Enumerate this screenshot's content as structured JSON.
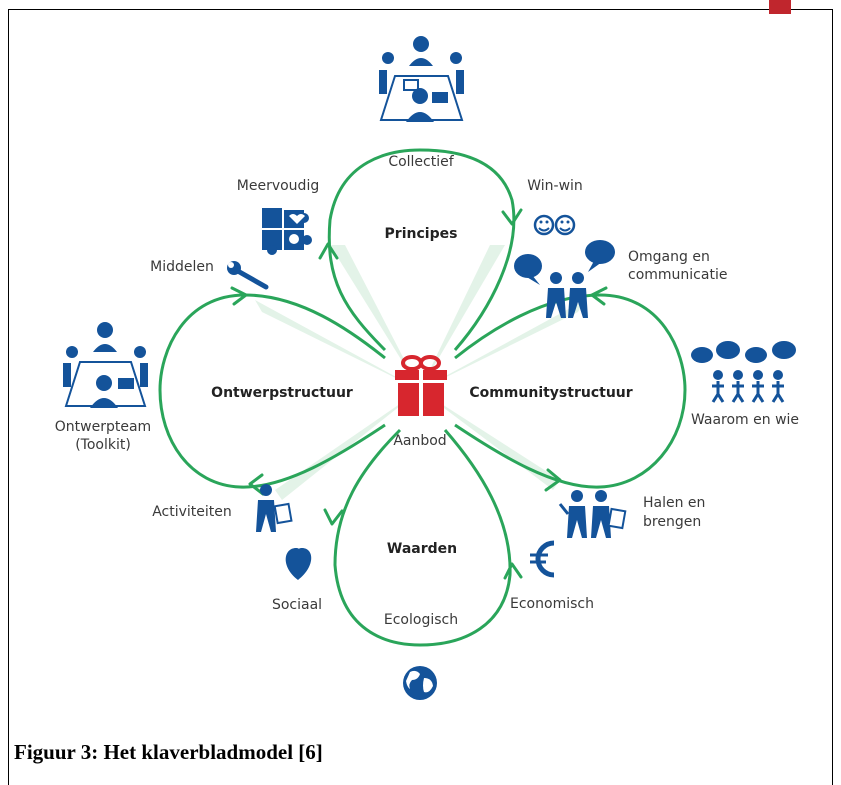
{
  "diagram": {
    "center": "Aanbod",
    "leaves": {
      "top": "Principes",
      "left": "Ontwerpstructuur",
      "right": "Communitystructuur",
      "bottom": "Waarden"
    },
    "labels": {
      "collectief": "Collectief",
      "meervoudig": "Meervoudig",
      "winwin": "Win-win",
      "omgang_line1": "Omgang en",
      "omgang_line2": "communicatie",
      "middelen": "Middelen",
      "ontwerpteam_line1": "Ontwerpteam",
      "ontwerpteam_line2": "(Toolkit)",
      "waarom": "Waarom en wie",
      "activiteiten": "Activiteiten",
      "halen_line1": "Halen en",
      "halen_line2": "brengen",
      "sociaal": "Sociaal",
      "ecologisch": "Ecologisch",
      "economisch": "Economisch"
    },
    "colors": {
      "arrows": "#2aa55a",
      "icons": "#14539a",
      "gift": "#d7262e",
      "accent_tab": "#c0262d"
    },
    "icons": [
      "meeting-table-icon",
      "puzzle-icon",
      "smiley-icon",
      "speech-bubbles-people-icon",
      "wrench-icon",
      "team-table-icon",
      "crowd-thought-icon",
      "worker-document-icon",
      "two-workers-icon",
      "heart-icon",
      "euro-icon",
      "globe-icon",
      "gift-icon"
    ]
  },
  "caption": "Figuur 3: Het klaverbladmodel [6]"
}
